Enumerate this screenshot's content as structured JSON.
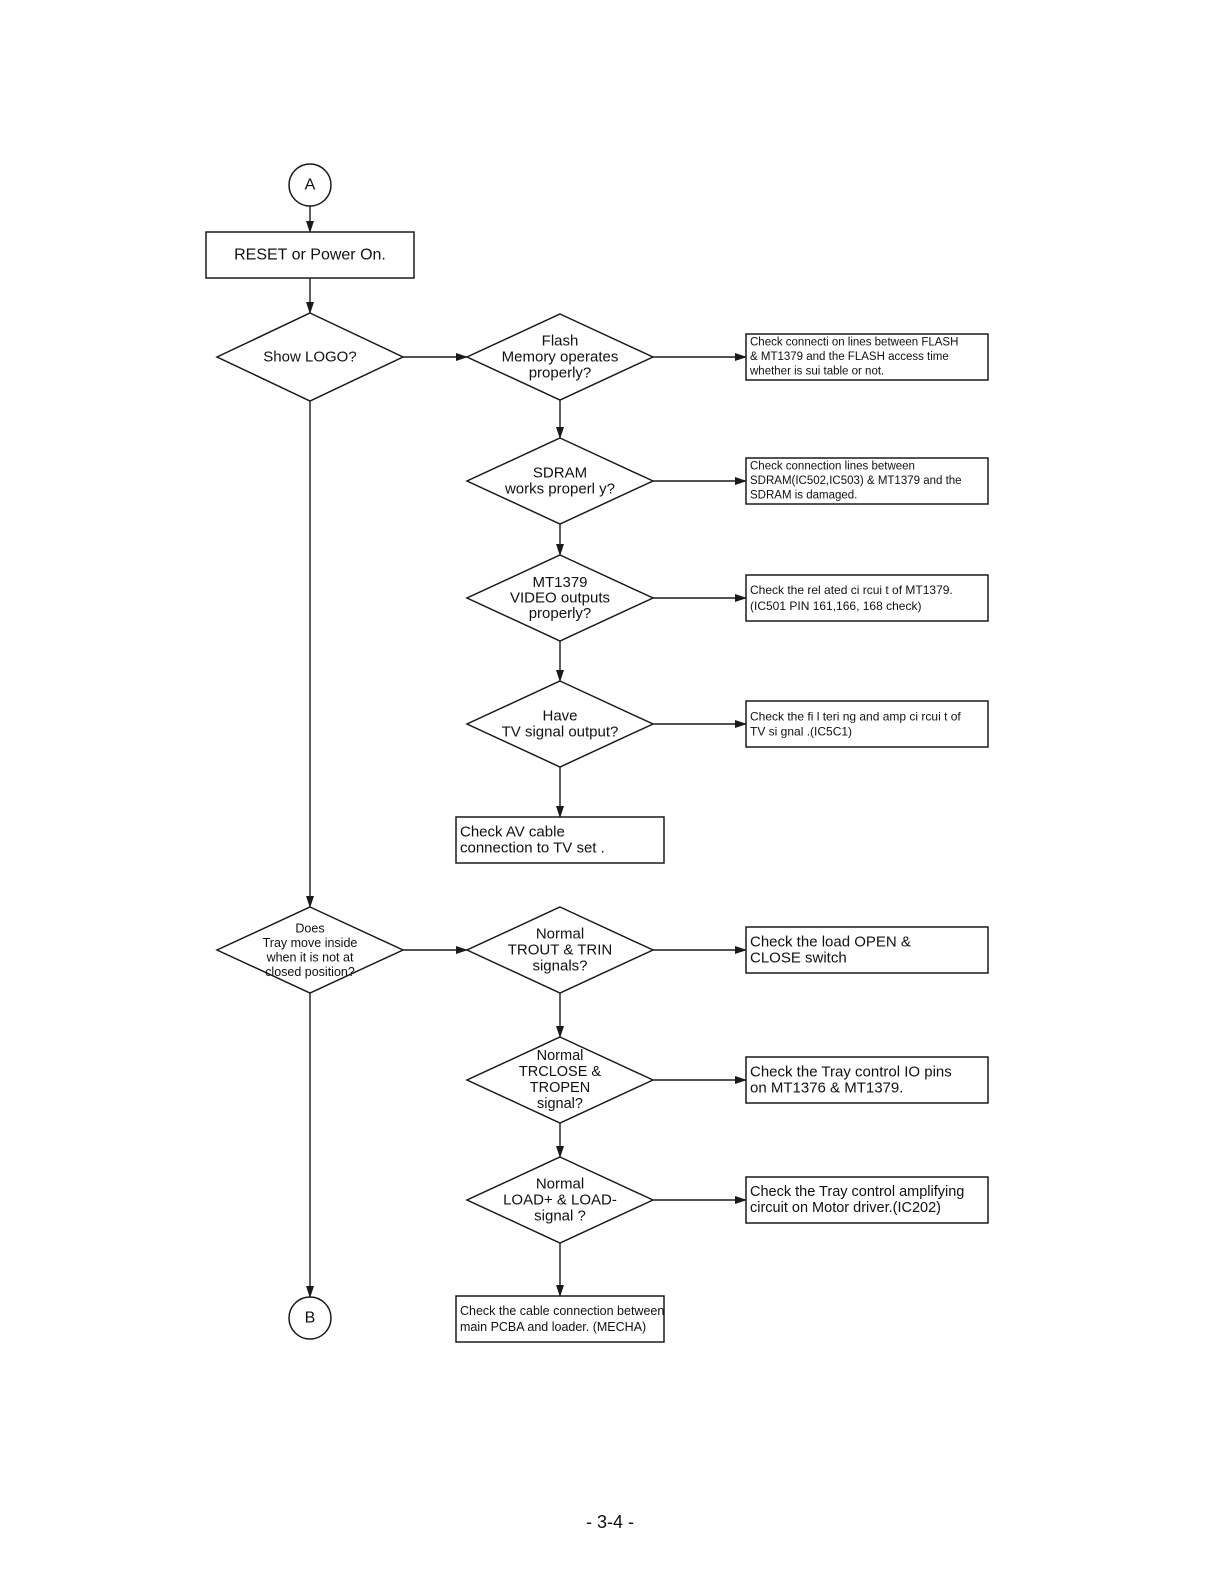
{
  "page_number": "- 3-4 -",
  "nodes": [
    {
      "id": "A",
      "kind": "connector",
      "lines": [
        "A"
      ]
    },
    {
      "id": "reset",
      "kind": "process",
      "lines": [
        "RESET or Power On."
      ]
    },
    {
      "id": "logo",
      "kind": "decision",
      "lines": [
        "Show LOGO?"
      ]
    },
    {
      "id": "flash",
      "kind": "decision",
      "lines": [
        "Flash",
        "Memory operates",
        "properly?"
      ]
    },
    {
      "id": "flash_fix",
      "kind": "process",
      "lines": [
        "Check connecti on lines between FLASH",
        "& MT1379 and the FLASH access time",
        "whether is sui table or not."
      ]
    },
    {
      "id": "sdram",
      "kind": "decision",
      "lines": [
        "SDRAM",
        "works properl y?"
      ]
    },
    {
      "id": "sdram_fix",
      "kind": "process",
      "lines": [
        "Check connection lines between",
        "SDRAM(IC502,IC503) & MT1379 and the",
        "SDRAM is damaged."
      ]
    },
    {
      "id": "video",
      "kind": "decision",
      "lines": [
        "MT1379",
        "VIDEO outputs",
        "properly?"
      ]
    },
    {
      "id": "video_fix",
      "kind": "process",
      "lines": [
        "Check the rel ated ci rcui t of MT1379.",
        "(IC501 PIN 161,166, 168 check)"
      ]
    },
    {
      "id": "tv",
      "kind": "decision",
      "lines": [
        "Have",
        "TV signal output?"
      ]
    },
    {
      "id": "tv_fix",
      "kind": "process",
      "lines": [
        "Check the fi l teri ng and amp ci rcui t of",
        "TV si gnal .(IC5C1)"
      ]
    },
    {
      "id": "av",
      "kind": "process",
      "lines": [
        "Check AV cable",
        "connection to TV set ."
      ]
    },
    {
      "id": "tray",
      "kind": "decision",
      "lines": [
        "Does",
        "Tray move inside",
        "when it is not at",
        "closed position?"
      ]
    },
    {
      "id": "trout",
      "kind": "decision",
      "lines": [
        "Normal",
        "TROUT & TRIN",
        "signals?"
      ]
    },
    {
      "id": "trout_fix",
      "kind": "process",
      "lines": [
        "Check the load OPEN &",
        "CLOSE switch"
      ]
    },
    {
      "id": "trclose",
      "kind": "decision",
      "lines": [
        "Normal",
        "TRCLOSE &",
        "TROPEN",
        "signal?"
      ]
    },
    {
      "id": "trclose_fix",
      "kind": "process",
      "lines": [
        "Check the Tray control IO pins",
        "on MT1376 & MT1379."
      ]
    },
    {
      "id": "load",
      "kind": "decision",
      "lines": [
        "Normal",
        "LOAD+ & LOAD-",
        "signal ?"
      ]
    },
    {
      "id": "load_fix",
      "kind": "process",
      "lines": [
        "Check the Tray control amplifying",
        "circuit on Motor driver.(IC202)"
      ]
    },
    {
      "id": "cable",
      "kind": "process",
      "lines": [
        "Check the cable connection between",
        "main PCBA and loader. (MECHA)"
      ]
    },
    {
      "id": "B",
      "kind": "connector",
      "lines": [
        "B"
      ]
    }
  ],
  "edges": [
    [
      "A",
      "reset"
    ],
    [
      "reset",
      "logo"
    ],
    [
      "logo",
      "flash"
    ],
    [
      "flash",
      "flash_fix"
    ],
    [
      "flash",
      "sdram"
    ],
    [
      "sdram",
      "sdram_fix"
    ],
    [
      "sdram",
      "video"
    ],
    [
      "video",
      "video_fix"
    ],
    [
      "video",
      "tv"
    ],
    [
      "tv",
      "tv_fix"
    ],
    [
      "tv",
      "av"
    ],
    [
      "logo",
      "tray"
    ],
    [
      "tray",
      "trout"
    ],
    [
      "trout",
      "trout_fix"
    ],
    [
      "trout",
      "trclose"
    ],
    [
      "trclose",
      "trclose_fix"
    ],
    [
      "trclose",
      "load"
    ],
    [
      "load",
      "load_fix"
    ],
    [
      "load",
      "cable"
    ],
    [
      "tray",
      "B"
    ]
  ]
}
